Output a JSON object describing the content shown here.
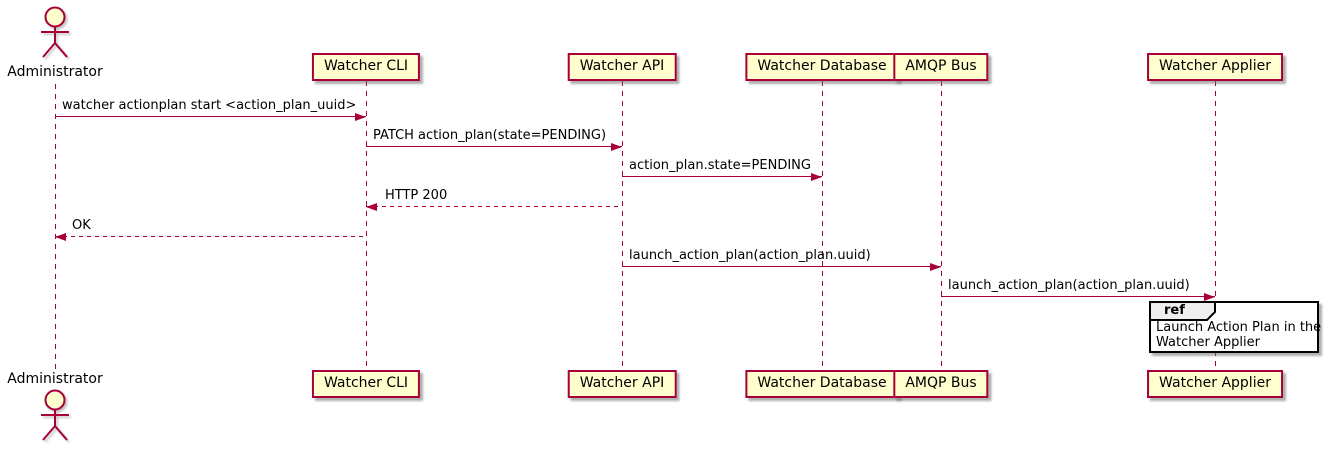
{
  "colors": {
    "line": "#A80036",
    "participant_fill": "#FEFECE",
    "ref_tab_fill": "#EEEEEE",
    "ref_border": "#000000",
    "background": "#FFFFFF"
  },
  "actor": {
    "label": "Administrator"
  },
  "participants": [
    {
      "label": "Watcher CLI"
    },
    {
      "label": "Watcher API"
    },
    {
      "label": "Watcher Database"
    },
    {
      "label": "AMQP Bus"
    },
    {
      "label": "Watcher Applier"
    }
  ],
  "messages": [
    {
      "label": "watcher actionplan start <action_plan_uuid>",
      "from": "Administrator",
      "to": "Watcher CLI",
      "style": "solid"
    },
    {
      "label": "PATCH action_plan(state=PENDING)",
      "from": "Watcher CLI",
      "to": "Watcher API",
      "style": "solid"
    },
    {
      "label": "action_plan.state=PENDING",
      "from": "Watcher API",
      "to": "Watcher Database",
      "style": "solid"
    },
    {
      "label": "HTTP 200",
      "from": "Watcher API",
      "to": "Watcher CLI",
      "style": "dashed"
    },
    {
      "label": "OK",
      "from": "Watcher CLI",
      "to": "Administrator",
      "style": "dashed"
    },
    {
      "label": "launch_action_plan(action_plan.uuid)",
      "from": "Watcher API",
      "to": "AMQP Bus",
      "style": "solid"
    },
    {
      "label": "launch_action_plan(action_plan.uuid)",
      "from": "AMQP Bus",
      "to": "Watcher Applier",
      "style": "solid"
    }
  ],
  "ref": {
    "keyword": "ref",
    "line1": "Launch Action Plan in the",
    "line2": "Watcher Applier"
  }
}
